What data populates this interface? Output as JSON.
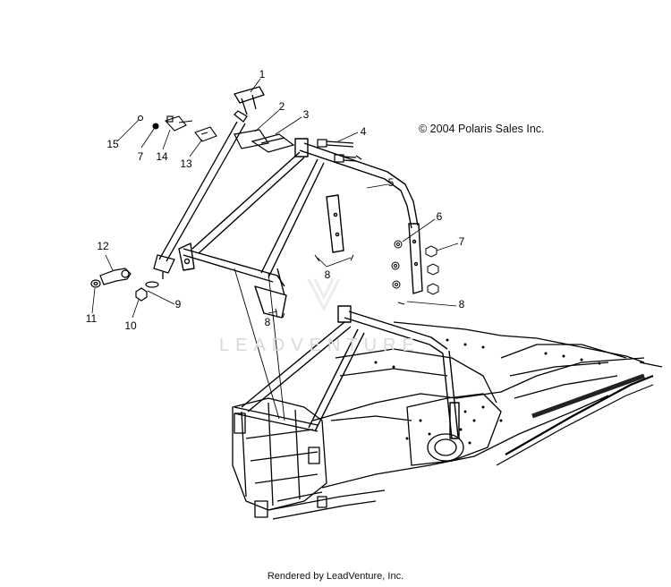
{
  "copyright": "© 2004 Polaris Sales Inc.",
  "footer": "Rendered by LeadVenture, Inc.",
  "watermark": "LEADVENTURE",
  "callouts": {
    "c1": "1",
    "c2": "2",
    "c3": "3",
    "c4": "4",
    "c5": "5",
    "c6": "6",
    "c7a": "7",
    "c7b": "7",
    "c8a": "8",
    "c8b": "8",
    "c8c": "8",
    "c9": "9",
    "c10": "10",
    "c11": "11",
    "c12": "12",
    "c13": "13",
    "c14": "14",
    "c15": "15"
  }
}
